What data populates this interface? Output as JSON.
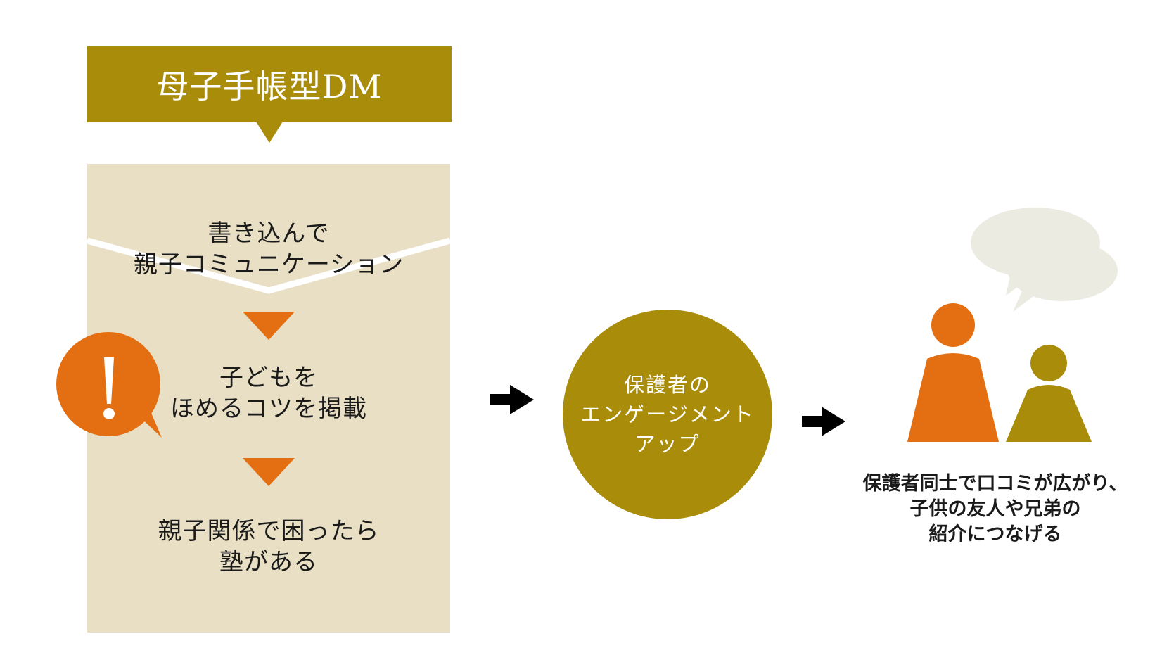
{
  "colors": {
    "gold": "#aa8c0b",
    "orange": "#e46f12",
    "panel_bg": "#e8dfc4",
    "bubble_gray": "#ecebe2"
  },
  "header": {
    "title": "母子手帳型DM"
  },
  "panel": {
    "step1": {
      "line1": "書き込んで",
      "line2": "親子コミュニケーション"
    },
    "step2": {
      "line1": "子どもを",
      "line2": "ほめるコツを掲載"
    },
    "step3": {
      "line1": "親子関係で困ったら",
      "line2": "塾がある"
    },
    "alert_icon": "exclamation-speech-bubble-icon"
  },
  "center_circle": {
    "line1": "保護者の",
    "line2": "エンゲージメント",
    "line3": "アップ"
  },
  "result": {
    "icon": "parent-and-child-with-speech-bubbles-icon",
    "line1": "保護者同士で口コミが広がり、",
    "line2": "子供の友人や兄弟の",
    "line3": "紹介につなげる"
  }
}
